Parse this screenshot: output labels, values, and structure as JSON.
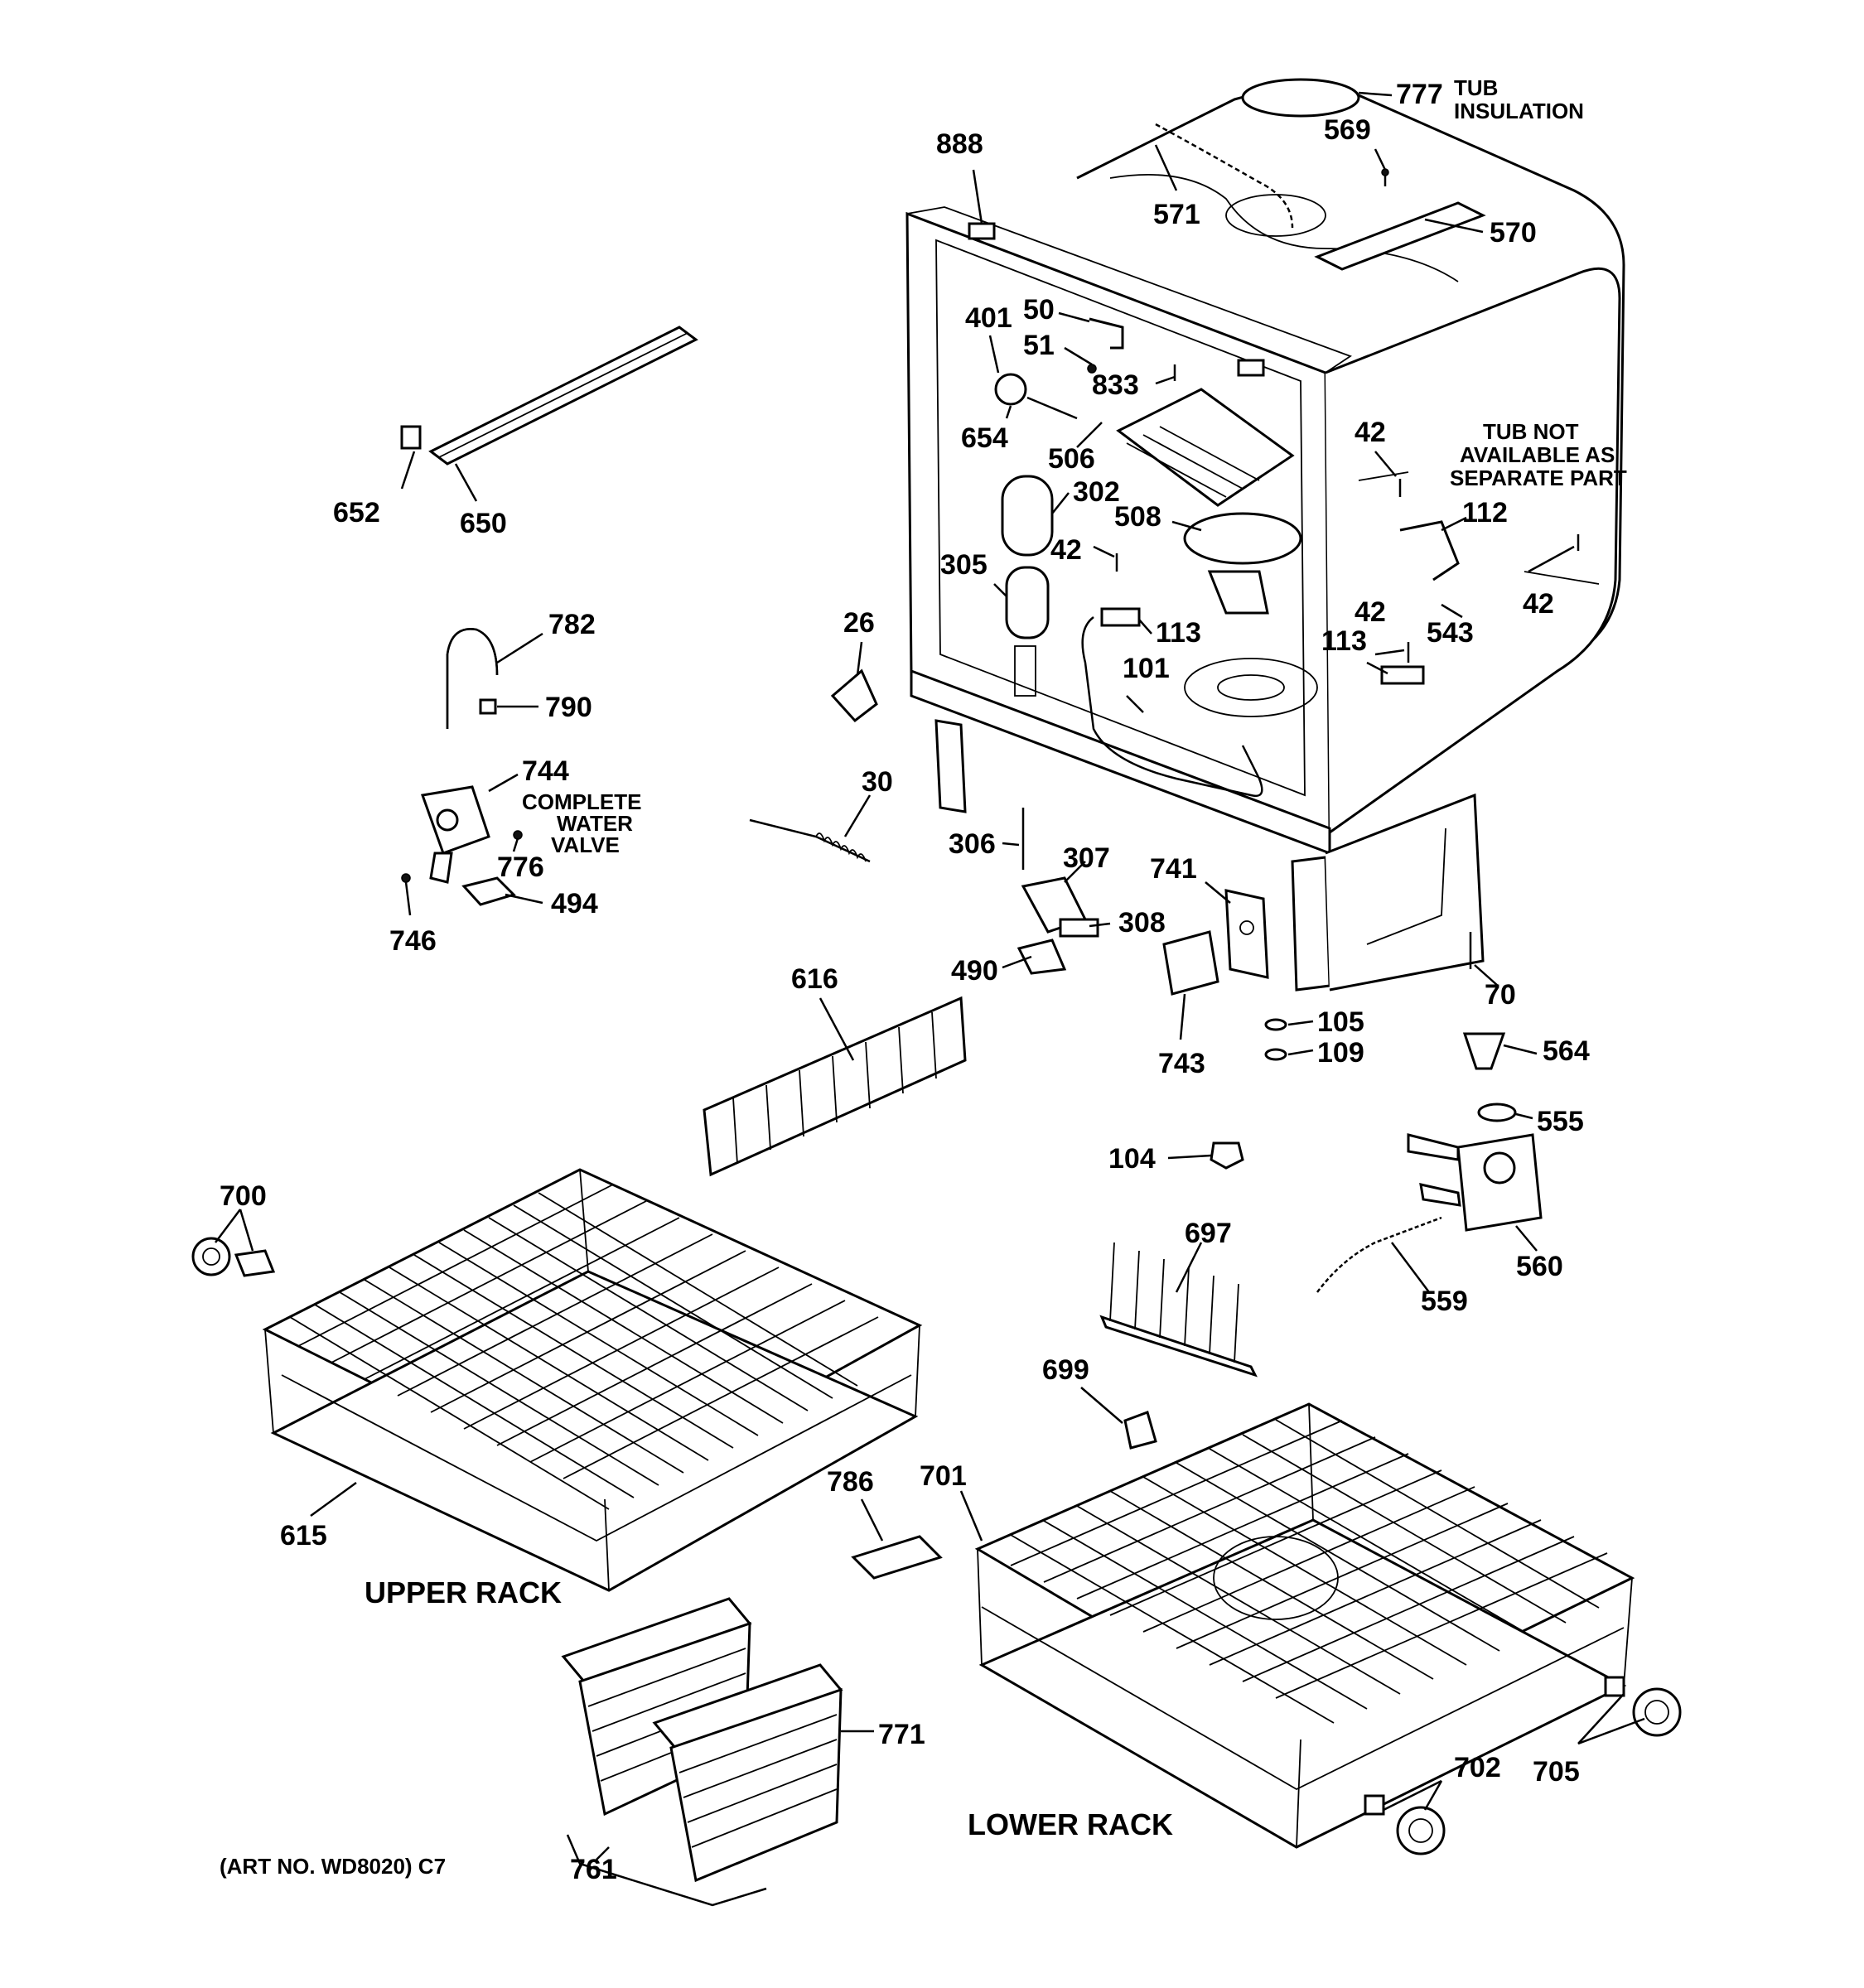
{
  "notes": {
    "tub_insulation": [
      "TUB",
      "INSULATION"
    ],
    "tub_not_available": [
      "TUB NOT",
      "AVAILABLE AS",
      "SEPARATE PART"
    ],
    "complete_water_valve": [
      "COMPLETE",
      "WATER",
      "VALVE"
    ],
    "upper_rack": "UPPER RACK",
    "lower_rack": "LOWER RACK",
    "art_no": "(ART NO. WD8020) C7"
  },
  "callouts": {
    "c777": "777",
    "c569": "569",
    "c888": "888",
    "c571": "571",
    "c570": "570",
    "c401": "401",
    "c50": "50",
    "c51": "51",
    "c833": "833",
    "c654": "654",
    "c506": "506",
    "c302": "302",
    "c508": "508",
    "c42a": "42",
    "c42b": "42",
    "c42c": "42",
    "c42d": "42",
    "c112": "112",
    "c305": "305",
    "c113a": "113",
    "c113b": "113",
    "c543": "543",
    "c101": "101",
    "c26": "26",
    "c652": "652",
    "c650": "650",
    "c782": "782",
    "c790": "790",
    "c744": "744",
    "c776": "776",
    "c494": "494",
    "c746": "746",
    "c30": "30",
    "c306": "306",
    "c307": "307",
    "c308": "308",
    "c490": "490",
    "c741": "741",
    "c743": "743",
    "c70": "70",
    "c105": "105",
    "c109": "109",
    "c616": "616",
    "c564": "564",
    "c555": "555",
    "c104": "104",
    "c560": "560",
    "c559": "559",
    "c697": "697",
    "c700": "700",
    "c699": "699",
    "c615": "615",
    "c786": "786",
    "c701": "701",
    "c771": "771",
    "c702": "702",
    "c705": "705",
    "c761": "761"
  }
}
